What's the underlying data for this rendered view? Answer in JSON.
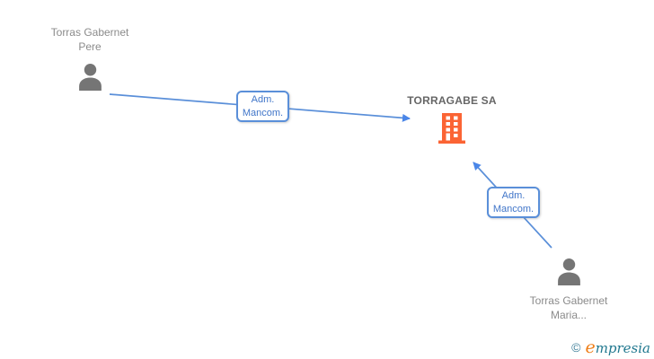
{
  "diagram": {
    "nodes": {
      "person1": {
        "type": "person",
        "name": "Torras Gabernet Pere"
      },
      "company": {
        "type": "company",
        "name": "TORRAGABE SA"
      },
      "person2": {
        "type": "person",
        "name": "Torras Gabernet Maria..."
      }
    },
    "edges": [
      {
        "from": "person1",
        "to": "company",
        "label": "Adm. Mancom."
      },
      {
        "from": "person2",
        "to": "company",
        "label": "Adm. Mancom."
      }
    ],
    "colors": {
      "edge_line": "#5a8fd9",
      "edge_label_text": "#4176c9",
      "edge_label_border": "#5a8fd9",
      "person_icon": "#757575",
      "building_icon": "#fb6434",
      "person_name_text": "#8b8b8b",
      "company_title_text": "#666666"
    }
  },
  "logo": {
    "copyright": "©",
    "brand_e": "e",
    "brand_rest": "mpresia",
    "orange": "#ef7f1a",
    "teal": "#21788f"
  }
}
